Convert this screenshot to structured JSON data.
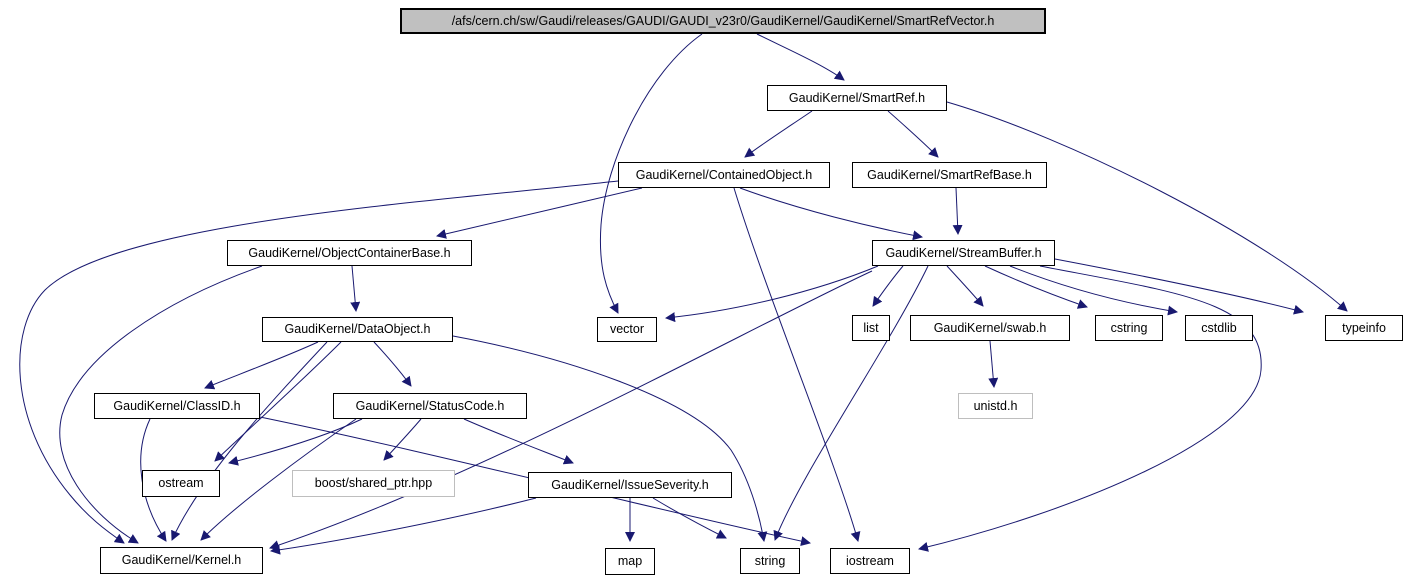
{
  "diagram": {
    "type": "include-dependency-graph",
    "edge_color": "#191970",
    "root_fill": "#c0c0c0",
    "node_fill": "#ffffff",
    "external_border": "#bebebe",
    "nodes": [
      {
        "id": "root",
        "label": "/afs/cern.ch/sw/Gaudi/releases/GAUDI/GAUDI_v23r0/GaudiKernel/GaudiKernel/SmartRefVector.h",
        "kind": "root"
      },
      {
        "id": "smartref",
        "label": "GaudiKernel/SmartRef.h",
        "kind": "header"
      },
      {
        "id": "containedobject",
        "label": "GaudiKernel/ContainedObject.h",
        "kind": "header"
      },
      {
        "id": "smartrefbase",
        "label": "GaudiKernel/SmartRefBase.h",
        "kind": "header"
      },
      {
        "id": "objectcontainerbase",
        "label": "GaudiKernel/ObjectContainerBase.h",
        "kind": "header"
      },
      {
        "id": "streambuffer",
        "label": "GaudiKernel/StreamBuffer.h",
        "kind": "header"
      },
      {
        "id": "vector",
        "label": "vector",
        "kind": "system"
      },
      {
        "id": "dataobject",
        "label": "GaudiKernel/DataObject.h",
        "kind": "header"
      },
      {
        "id": "list",
        "label": "list",
        "kind": "system"
      },
      {
        "id": "swab",
        "label": "GaudiKernel/swab.h",
        "kind": "header"
      },
      {
        "id": "cstring",
        "label": "cstring",
        "kind": "system"
      },
      {
        "id": "cstdlib",
        "label": "cstdlib",
        "kind": "system"
      },
      {
        "id": "typeinfo",
        "label": "typeinfo",
        "kind": "system"
      },
      {
        "id": "unistd",
        "label": "unistd.h",
        "kind": "external"
      },
      {
        "id": "classid",
        "label": "GaudiKernel/ClassID.h",
        "kind": "header"
      },
      {
        "id": "statuscode",
        "label": "GaudiKernel/StatusCode.h",
        "kind": "header"
      },
      {
        "id": "ostream",
        "label": "ostream",
        "kind": "system"
      },
      {
        "id": "sharedptr",
        "label": "boost/shared_ptr.hpp",
        "kind": "external"
      },
      {
        "id": "issueseverity",
        "label": "GaudiKernel/IssueSeverity.h",
        "kind": "header"
      },
      {
        "id": "kernel",
        "label": "GaudiKernel/Kernel.h",
        "kind": "header"
      },
      {
        "id": "map",
        "label": "map",
        "kind": "system"
      },
      {
        "id": "string",
        "label": "string",
        "kind": "system"
      },
      {
        "id": "iostream",
        "label": "iostream",
        "kind": "system"
      }
    ],
    "edges": [
      {
        "from": "root",
        "to": "smartref"
      },
      {
        "from": "root",
        "to": "vector"
      },
      {
        "from": "smartref",
        "to": "containedobject"
      },
      {
        "from": "smartref",
        "to": "smartrefbase"
      },
      {
        "from": "smartref",
        "to": "typeinfo"
      },
      {
        "from": "containedobject",
        "to": "objectcontainerbase"
      },
      {
        "from": "containedobject",
        "to": "streambuffer"
      },
      {
        "from": "containedobject",
        "to": "kernel"
      },
      {
        "from": "containedobject",
        "to": "iostream"
      },
      {
        "from": "smartrefbase",
        "to": "streambuffer"
      },
      {
        "from": "objectcontainerbase",
        "to": "dataobject"
      },
      {
        "from": "objectcontainerbase",
        "to": "kernel"
      },
      {
        "from": "dataobject",
        "to": "classid"
      },
      {
        "from": "dataobject",
        "to": "statuscode"
      },
      {
        "from": "dataobject",
        "to": "ostream"
      },
      {
        "from": "dataobject",
        "to": "kernel"
      },
      {
        "from": "dataobject",
        "to": "string"
      },
      {
        "from": "classid",
        "to": "kernel"
      },
      {
        "from": "classid",
        "to": "iostream"
      },
      {
        "from": "statuscode",
        "to": "ostream"
      },
      {
        "from": "statuscode",
        "to": "sharedptr"
      },
      {
        "from": "statuscode",
        "to": "issueseverity"
      },
      {
        "from": "statuscode",
        "to": "kernel"
      },
      {
        "from": "issueseverity",
        "to": "map"
      },
      {
        "from": "issueseverity",
        "to": "string"
      },
      {
        "from": "issueseverity",
        "to": "kernel"
      },
      {
        "from": "streambuffer",
        "to": "list"
      },
      {
        "from": "streambuffer",
        "to": "swab"
      },
      {
        "from": "streambuffer",
        "to": "cstring"
      },
      {
        "from": "streambuffer",
        "to": "cstdlib"
      },
      {
        "from": "streambuffer",
        "to": "typeinfo"
      },
      {
        "from": "streambuffer",
        "to": "vector"
      },
      {
        "from": "streambuffer",
        "to": "string"
      },
      {
        "from": "streambuffer",
        "to": "iostream"
      },
      {
        "from": "streambuffer",
        "to": "kernel"
      },
      {
        "from": "swab",
        "to": "unistd"
      }
    ]
  }
}
